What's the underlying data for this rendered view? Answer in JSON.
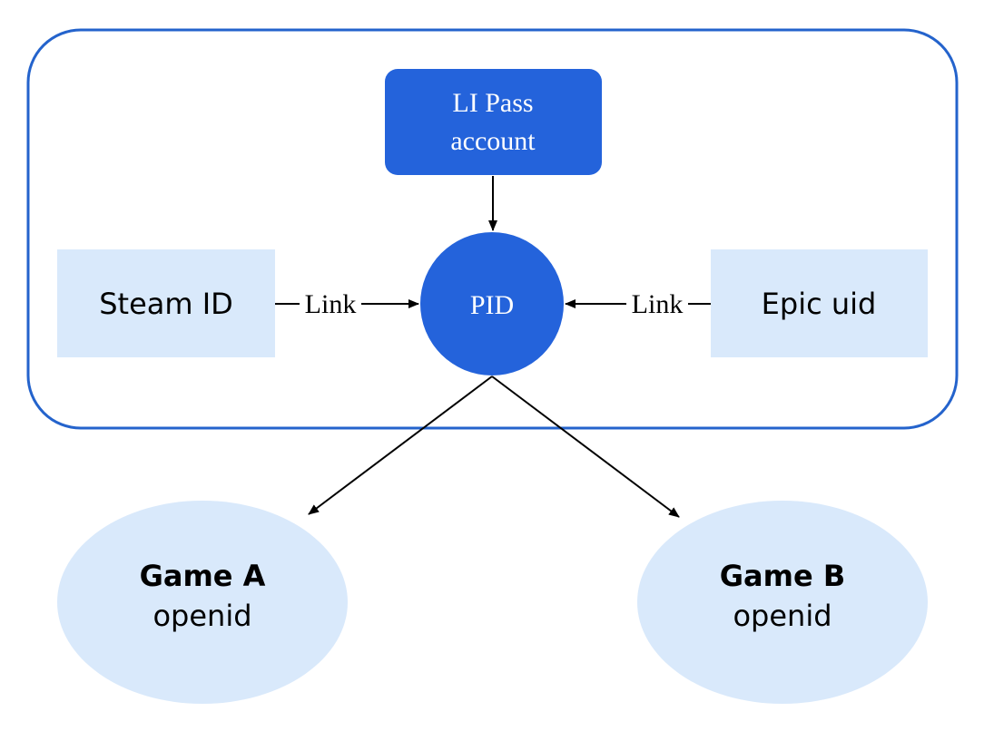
{
  "colors": {
    "group_border": "#2463CC",
    "primary_fill": "#2463DB",
    "light_fill": "#D9E9FB",
    "arrow": "#000000",
    "light_text": "#ffffff",
    "dark_text": "#000000"
  },
  "nodes": {
    "li_pass": {
      "line1": "LI Pass",
      "line2": "account"
    },
    "pid": {
      "label": "PID"
    },
    "steam": {
      "label": "Steam ID"
    },
    "epic": {
      "label": "Epic uid"
    },
    "game_a": {
      "title": "Game A",
      "subtitle": "openid"
    },
    "game_b": {
      "title": "Game B",
      "subtitle": "openid"
    }
  },
  "edges": {
    "steam_to_pid": {
      "label": "Link"
    },
    "epic_to_pid": {
      "label": "Link"
    }
  }
}
